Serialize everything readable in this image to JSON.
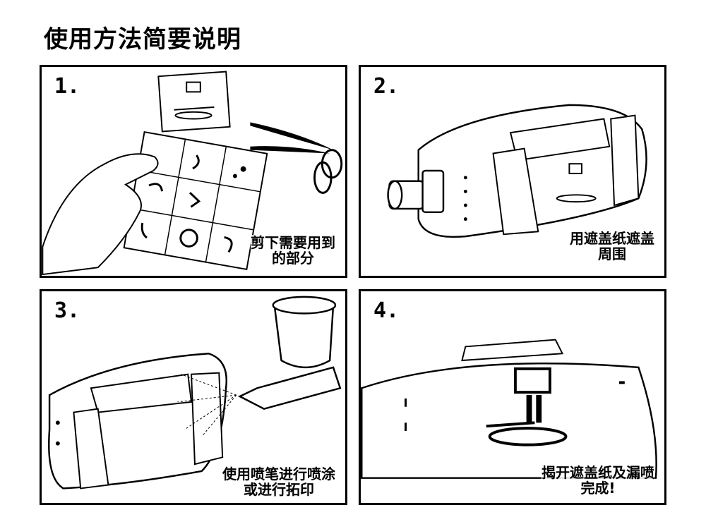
{
  "title": "使用方法简要说明",
  "panels": [
    {
      "number": "1.",
      "caption": [
        "剪下需要用到",
        "的部分"
      ]
    },
    {
      "number": "2.",
      "caption": [
        "用遮盖纸遮盖",
        "周围"
      ]
    },
    {
      "number": "3.",
      "caption": [
        "使用喷笔进行喷涂",
        "或进行拓印"
      ]
    },
    {
      "number": "4.",
      "caption": [
        "揭开遮盖纸及漏喷",
        "完成!"
      ]
    }
  ],
  "icons": [
    "hand-icon",
    "stencil-sheet-icon",
    "scissors-icon",
    "turret-icon",
    "masking-tape-icon",
    "airbrush-icon",
    "spray-icon",
    "finished-turret-icon"
  ]
}
